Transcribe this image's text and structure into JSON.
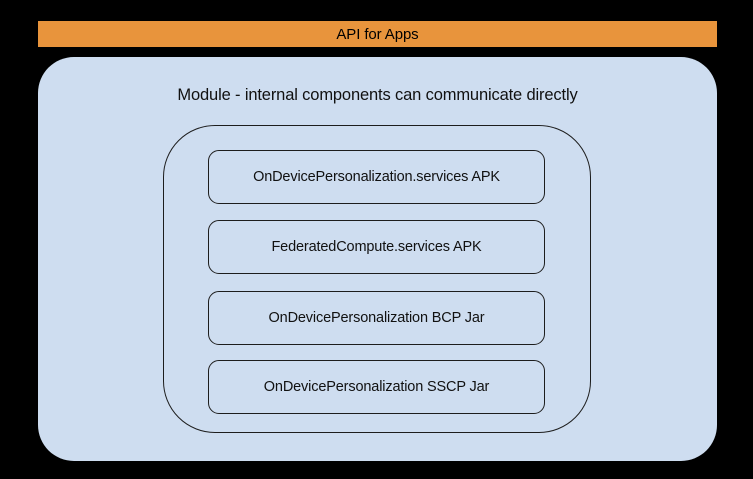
{
  "diagram": {
    "background_color": "#000000",
    "api_banner": {
      "label": "API for Apps",
      "background_color": "#e8943c",
      "text_color": "#000000"
    },
    "module_panel": {
      "caption": "Module - internal components can communicate directly",
      "background_color": "#ceddf0",
      "border_color": "#1d1d1d"
    },
    "components": [
      {
        "label": "OnDevicePersonalization.services APK"
      },
      {
        "label": "FederatedCompute.services APK"
      },
      {
        "label": "OnDevicePersonalization BCP Jar"
      },
      {
        "label": "OnDevicePersonalization SSCP Jar"
      }
    ]
  }
}
